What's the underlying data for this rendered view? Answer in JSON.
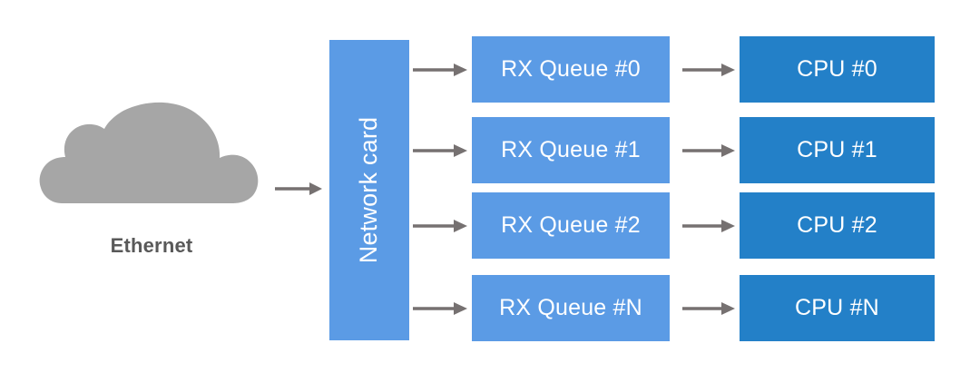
{
  "diagram": {
    "title": "Network card RX queue to CPU mapping",
    "background_color": "#ffffff",
    "colors": {
      "cloud_gray": "#A6A6A6",
      "label_gray": "#595959",
      "arrow_gray": "#767171",
      "box_light_blue": "#5B9BE5",
      "box_dark_blue": "#2380C8",
      "box_text": "#FFFFFF"
    }
  },
  "source": {
    "icon": "cloud-icon",
    "label": "Ethernet"
  },
  "ingress_arrow": {
    "icon": "arrow-right-icon"
  },
  "network_card": {
    "label": "Network card",
    "orientation": "vertical-bottom-to-top"
  },
  "rows": [
    {
      "queue_label": "RX Queue #0",
      "cpu_label": "CPU #0",
      "card_to_queue_arrow": "arrow-right-icon",
      "queue_to_cpu_arrow": "arrow-right-icon"
    },
    {
      "queue_label": "RX Queue #1",
      "cpu_label": "CPU #1",
      "card_to_queue_arrow": "arrow-right-icon",
      "queue_to_cpu_arrow": "arrow-right-icon"
    },
    {
      "queue_label": "RX Queue #2",
      "cpu_label": "CPU #2",
      "card_to_queue_arrow": "arrow-right-icon",
      "queue_to_cpu_arrow": "arrow-right-icon"
    },
    {
      "queue_label": "RX Queue #N",
      "cpu_label": "CPU #N",
      "card_to_queue_arrow": "arrow-right-icon",
      "queue_to_cpu_arrow": "arrow-right-icon"
    }
  ]
}
